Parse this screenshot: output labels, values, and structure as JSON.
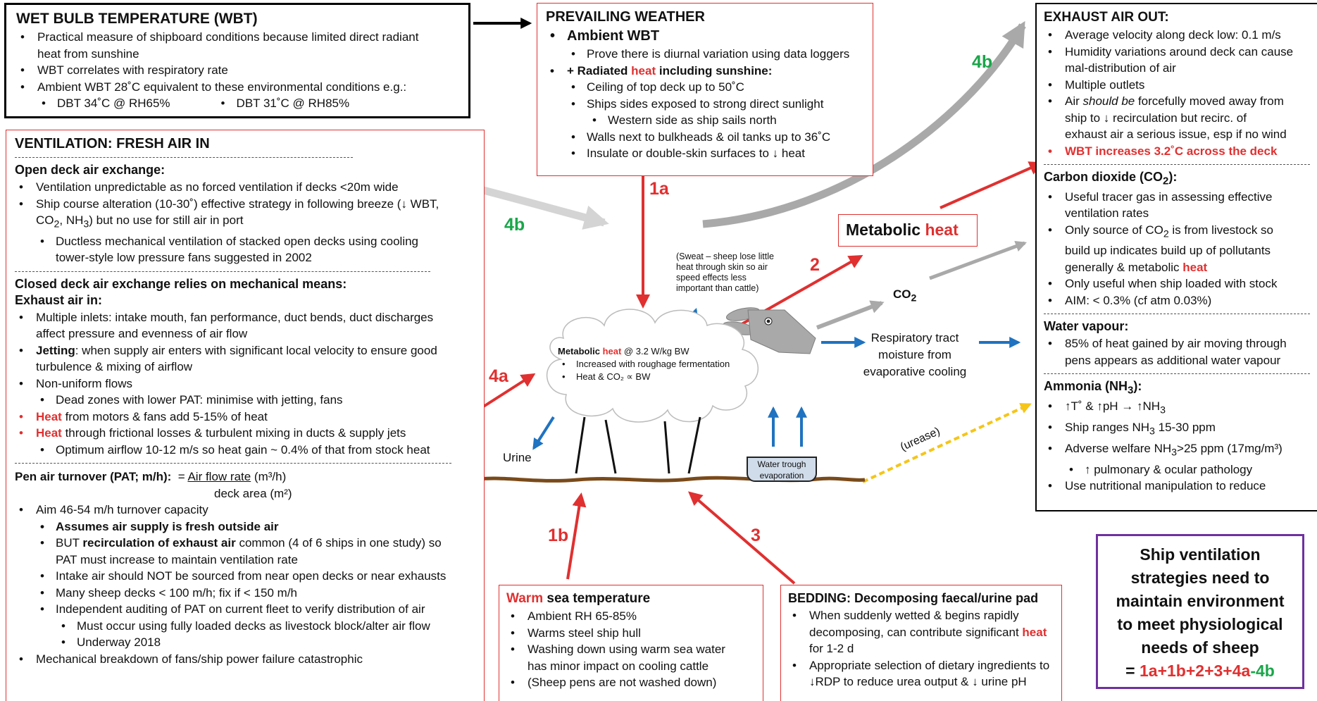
{
  "wbt": {
    "title": "WET BULB TEMPERATURE (WBT)",
    "lines": [
      "Practical measure of shipboard conditions because limited direct radiant",
      "heat from sunshine",
      "WBT correlates with respiratory rate",
      "Ambient WBT 28˚C equivalent to these environmental conditions e.g.:"
    ],
    "dbt1": "DBT 34˚C @ RH65%",
    "dbt2": "DBT 31˚C @ RH85%"
  },
  "weather": {
    "title": "PREVAILING WEATHER",
    "ambient": "Ambient WBT",
    "diurnal": "Prove there is diurnal variation using data loggers",
    "radiated_pre": "+ Radiated ",
    "radiated_heat": "heat",
    "radiated_post": " including sunshine:",
    "lines": [
      "Ceiling of top deck up to 50˚C",
      "Ships sides exposed to strong direct sunlight",
      "Western side as ship sails north",
      "Walls next to bulkheads & oil tanks up to 36˚C",
      "Insulate or double-skin surfaces to ↓ heat"
    ]
  },
  "exhaust": {
    "title": "EXHAUST AIR OUT:",
    "lines": [
      "Average velocity along deck low: 0.1 m/s",
      "Humidity variations around deck can cause",
      "mal-distribution of air",
      "Multiple outlets",
      "ship to ↓ recirculation but recirc. of",
      "exhaust air a serious issue, esp if no wind"
    ],
    "air_pre": "Air ",
    "air_em": "should be",
    "air_post": " forcefully moved away from",
    "wbt_inc": "WBT increases 3.2˚C across the deck",
    "co2_title_pre": "Carbon dioxide (CO",
    "co2_title_sub": "2",
    "co2_title_post": "):",
    "co2_lines": [
      "Useful tracer gas in assessing effective",
      "ventilation rates",
      "build up indicates build up of pollutants",
      "Only useful when ship loaded with stock",
      "AIM: < 0.3% (cf atm 0.03%)"
    ],
    "co2_only_pre": "Only source of CO",
    "co2_only_sub": "2",
    "co2_only_post": " is from livestock so",
    "co2_metab_pre": "generally & metabolic ",
    "co2_metab_heat": "heat",
    "water_title": "Water vapour:",
    "water_lines": [
      "85% of heat gained by air moving through",
      "pens appears as additional water vapour"
    ],
    "nh3_title_pre": "Ammonia (NH",
    "nh3_title_sub": "3",
    "nh3_title_post": "):",
    "nh3_l1_pre": "↑T˚ & ↑pH → ↑NH",
    "nh3_l1_sub": "3",
    "nh3_l2_pre": "Ship ranges NH",
    "nh3_l2_sub": "3",
    "nh3_l2_post": " 15-30 ppm",
    "nh3_l3_pre": "Adverse welfare NH",
    "nh3_l3_sub": "3",
    "nh3_l3_post": ">25 ppm (17mg/m³)",
    "nh3_l4": "↑ pulmonary & ocular pathology",
    "nh3_l5": "Use nutritional manipulation to reduce"
  },
  "vent": {
    "title": "VENTILATION: FRESH AIR IN",
    "open_title": "Open deck air exchange:",
    "open_l1": "Ventilation unpredictable as no forced ventilation if decks <20m wide",
    "open_l2": "Ship course alteration (10-30˚) effective strategy in following breeze (↓ WBT,",
    "open_l3_pre": "CO",
    "open_l3_sub": "2",
    "open_l3_mid": ", NH",
    "open_l3_sub2": "3",
    "open_l3_post": ") but no use for still air in port",
    "open_l4": "Ductless mechanical ventilation of stacked open decks using cooling",
    "open_l5": "tower-style low pressure fans suggested in 2002",
    "closed_title": "Closed deck air exchange relies on mechanical  means:",
    "exhaust_in": "Exhaust air in:",
    "c_l1": "Multiple inlets: intake mouth, fan performance, duct bends, duct discharges",
    "c_l2": "affect pressure and evenness of air flow",
    "jet_b": "Jetting",
    "jet_rest": ": when supply air enters with significant local velocity to ensure good",
    "jet_l2": "turbulence & mixing of airflow",
    "c_nonuni": "Non-uniform flows",
    "c_dead": "Dead zones with lower PAT: minimise with jetting, fans",
    "heat_word": "Heat",
    "c_heat1": " from motors & fans add 5-15% of heat",
    "c_heat2": " through frictional losses & turbulent mixing in ducts & supply jets",
    "c_opt": "Optimum airflow 10-12 m/s so heat gain ~ 0.4% of that from stock heat",
    "pat_title": "Pen air turnover (PAT; m/h):",
    "pat_eq": "= ",
    "pat_num": "Air flow rate",
    "pat_num_unit": " (m³/h)",
    "pat_den": "deck area (m²)",
    "p_l1": "Aim 46-54 m/h turnover capacity",
    "p_l2": "Assumes air supply is fresh outside air",
    "p_l3_pre": "BUT ",
    "p_l3_b": "recirculation of exhaust air",
    "p_l3_post": " common (4 of 6 ships in one study) so",
    "p_l4": "PAT must increase to maintain ventilation rate",
    "p_l5": "Intake air should NOT be sourced from near open decks or near exhausts",
    "p_l6": "Many sheep decks < 100 m/h; fix if < 150 m/h",
    "p_l7": "Independent auditing of PAT on current fleet to verify distribution of air",
    "p_l8": "Must occur using fully loaded decks as livestock block/alter air flow",
    "p_l9": "Underway 2018",
    "p_l10": "Mechanical breakdown of fans/ship power failure catastrophic"
  },
  "sea": {
    "title_red": "Warm",
    "title_rest": " sea temperature",
    "lines": [
      "Ambient RH 65-85%",
      "Warms steel ship hull",
      "Washing down using warm sea water",
      "has minor impact on cooling cattle",
      "(Sheep pens are not washed down)"
    ]
  },
  "bedding": {
    "title_b": "BEDDING",
    "title_rest": ": Decomposing faecal/urine pad",
    "l1": "When suddenly wetted & begins rapidly",
    "l2_pre": "decomposing, can contribute significant ",
    "l2_heat": "heat",
    "l3": "for 1-2 d",
    "l4": "Appropriate selection of dietary ingredients to",
    "l5": "↓RDP to reduce urea output & ↓ urine pH"
  },
  "summary": {
    "lines": [
      "Ship ventilation",
      "strategies need to",
      "maintain environment",
      "to meet physiological",
      "needs of sheep"
    ],
    "eq": "= ",
    "formula_red": "1a+1b+2+3+4a",
    "formula_green": "-4b"
  },
  "diagram": {
    "label_1a": "1a",
    "label_1b": "1b",
    "label_2": "2",
    "label_3": "3",
    "label_4a": "4a",
    "label_4b_left": "4b",
    "label_4b_right": "4b",
    "metabolic_pre": "Metabolic ",
    "metabolic_heat": "heat",
    "co2_pre": "CO",
    "co2_sub": "2",
    "sweat": [
      "(Sweat – sheep lose little",
      "heat through skin so air",
      "speed effects less",
      "important than cattle)"
    ],
    "cloud_pre": "Metabolic ",
    "cloud_heat": "heat",
    "cloud_post": " @ 3.2 W/kg BW",
    "cloud_l1": "Increased with roughage fermentation",
    "cloud_l2": "Heat & CO₂ ∝ BW",
    "resp": [
      "Respiratory tract",
      "moisture from",
      "evaporative cooling"
    ],
    "urine": "Urine",
    "trough": [
      "Water trough",
      "evaporation"
    ],
    "urease": "(urease)"
  },
  "colors": {
    "red": "#e03030",
    "green": "#1aa64a",
    "blue": "#1f73c0",
    "purple": "#7030a0",
    "grey": "#a9a9a9",
    "brown": "#7a4a1a",
    "yellow": "#f5c518"
  }
}
